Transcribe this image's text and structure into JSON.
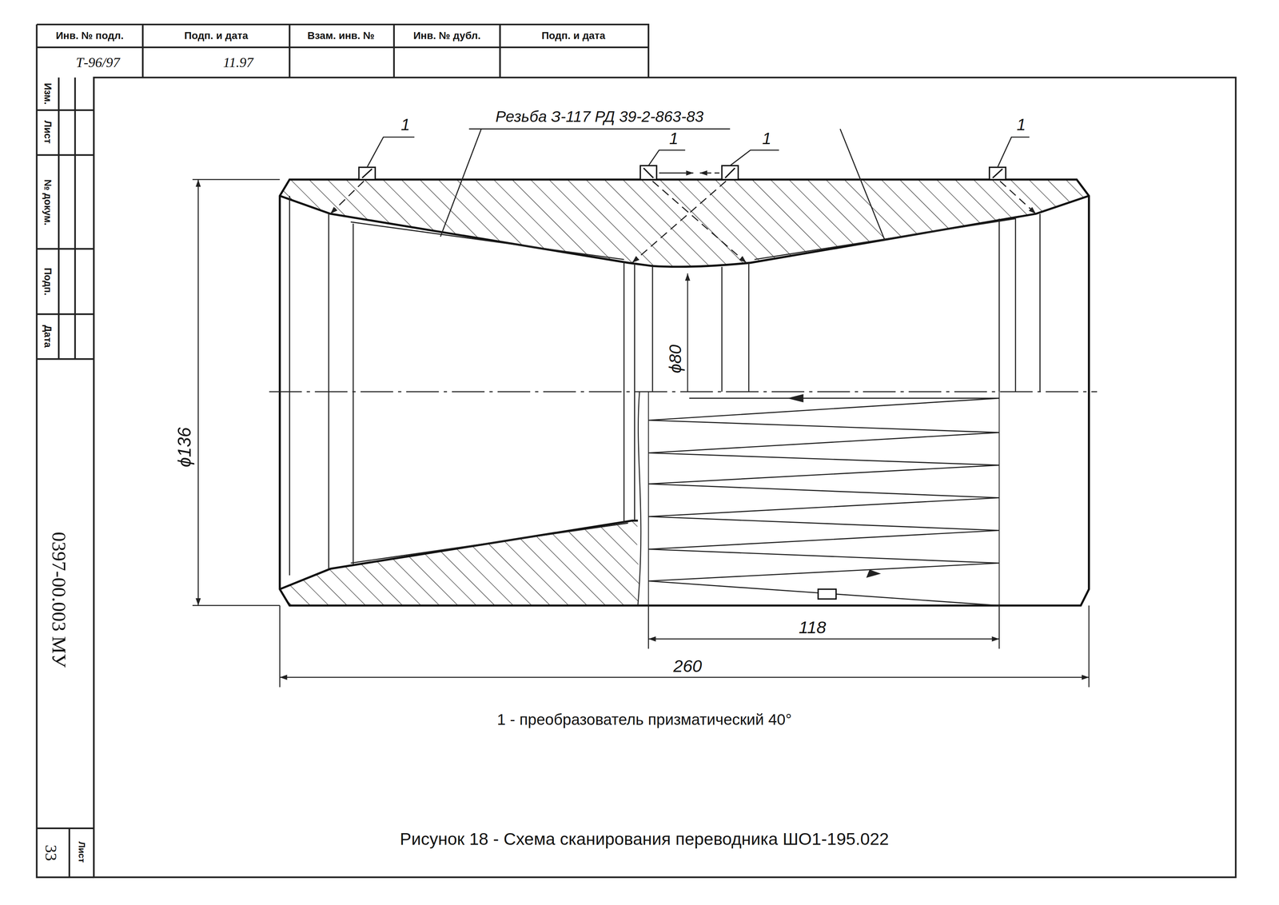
{
  "diagram": {
    "caption": "Рисунок 18 - Схема сканирования переводника ШО1-195.022",
    "labels": [
      "Инв. № подл.",
      "Подп. и дата",
      "Взам. инв. №",
      "Инв. № дубл.",
      "Подп. и дата",
      "Т-96/97",
      "11.97",
      "Изм.",
      "Лист",
      "№ докум.",
      "Подп.",
      "Дата",
      "0397-00.003 МУ",
      "Лист",
      "33",
      "Резьба З-117 РД 39-2-863-83",
      "1",
      "1",
      "1",
      "1",
      "ϕ136",
      "ϕ80",
      "118",
      "260",
      "1 - преобразователь призматический 40°"
    ]
  }
}
